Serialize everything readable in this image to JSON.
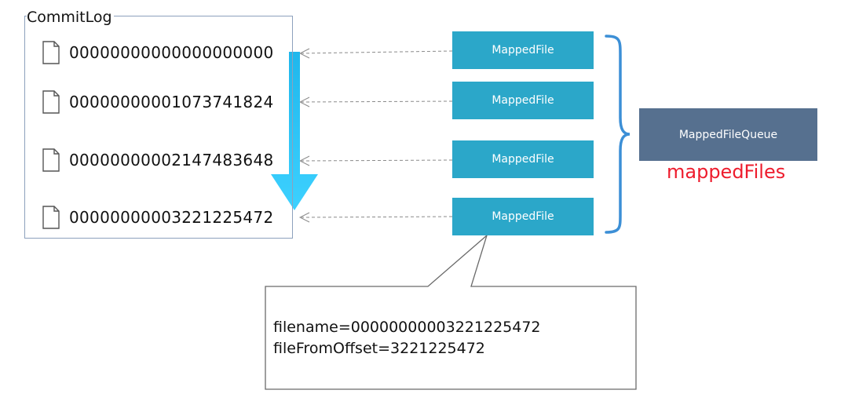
{
  "commitlog": {
    "title": "CommitLog",
    "files": [
      "00000000000000000000",
      "00000000001073741824",
      "00000000002147483648",
      "00000000003221225472"
    ]
  },
  "mapped_files": {
    "labels": [
      "MappedFile",
      "MappedFile",
      "MappedFile",
      "MappedFile"
    ]
  },
  "queue": {
    "label": "MappedFileQueue",
    "field_name": "mappedFiles",
    "field_color": "#ee1c2d"
  },
  "detail": {
    "filename_line": "filename=00000000003221225472",
    "offset_line": "fileFromOffset=3221225472"
  },
  "colors": {
    "mapped_file_fill": "#2ba7c9",
    "queue_fill": "#56708f",
    "brace": "#3c8fd6",
    "arrow": "#22c3f2",
    "box_border": "#8da1bd"
  }
}
